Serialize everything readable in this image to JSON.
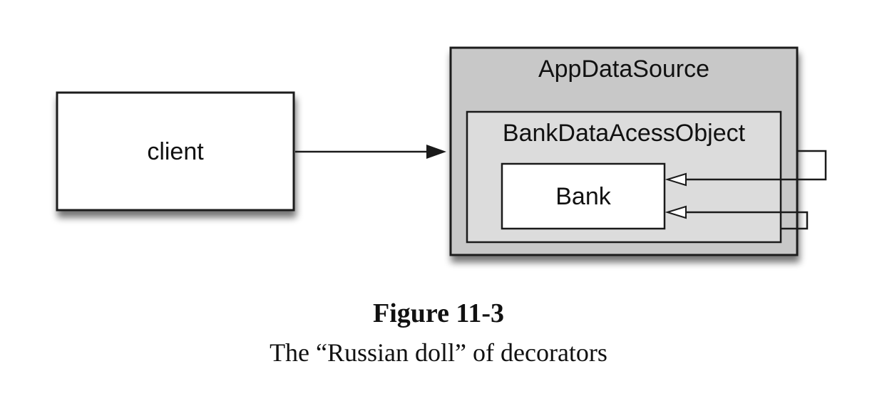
{
  "diagram": {
    "client_label": "client",
    "app_data_source_label": "AppDataSource",
    "bank_dao_label": "BankDataAcessObject",
    "bank_label": "Bank"
  },
  "caption": {
    "figure_number": "Figure 11-3",
    "text": "The “Russian doll” of decorators"
  },
  "colors": {
    "outer_fill": "#c8c8c8",
    "middle_fill": "#dcdcdc",
    "inner_fill": "#ffffff",
    "stroke": "#1a1a1a"
  }
}
